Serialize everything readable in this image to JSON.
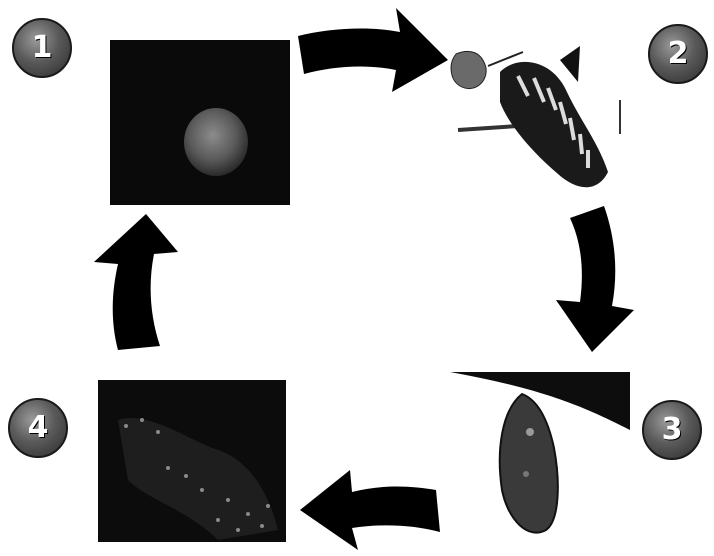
{
  "diagram": {
    "stages": [
      {
        "number": "1",
        "subject": "egg"
      },
      {
        "number": "2",
        "subject": "caterpillar"
      },
      {
        "number": "3",
        "subject": "chrysalis"
      },
      {
        "number": "4",
        "subject": "butterfly"
      }
    ],
    "arrow_color": "#000000",
    "badge_text_color": "#ffffff"
  }
}
